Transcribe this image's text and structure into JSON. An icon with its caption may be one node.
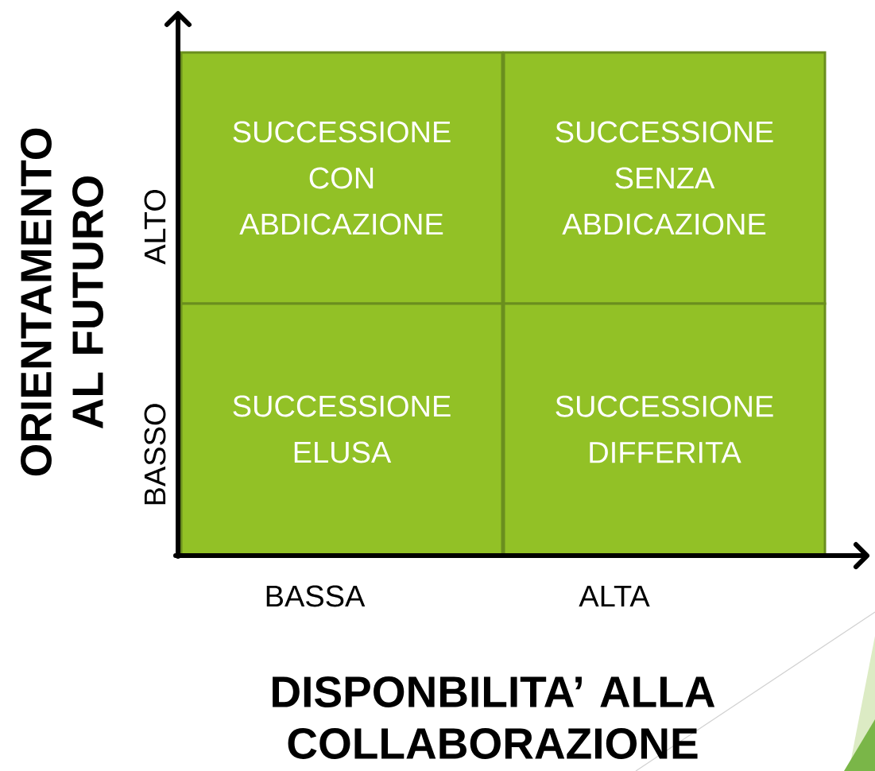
{
  "diagram": {
    "nodes": [
      {
        "text": [
          "SUCCESSIONE CON ABDICAZIONE"
        ]
      },
      {
        "text": [
          "SUCCESSIONE SENZA ABDICAZIONE"
        ]
      },
      {
        "text": [
          "SUCCESSIONE ELUSA"
        ]
      },
      {
        "text": [
          "SUCCESSIONE DIFFERITA"
        ]
      }
    ],
    "edges": [],
    "labels": [
      "ORIENTAMENTO AL FUTURO",
      "ALTO",
      "BASSO",
      "BASSA",
      "ALTA",
      "DISPONBILITA’ ALLA COLLABORAZIONE"
    ]
  }
}
